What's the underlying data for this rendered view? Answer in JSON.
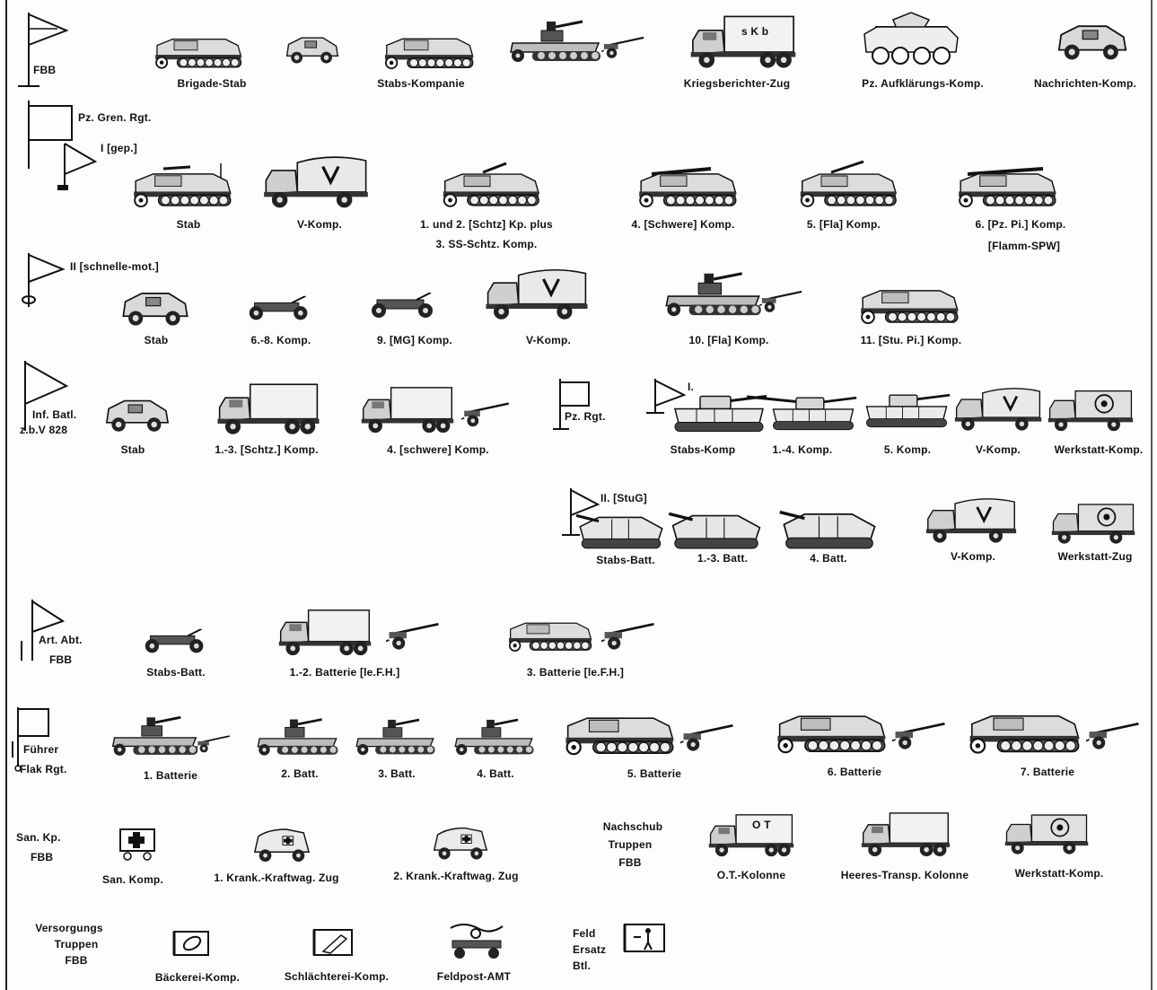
{
  "fbb": {
    "flag_label": "FBB",
    "items": [
      "Brigade-Stab",
      "Stabs-Kompanie",
      "Kriegsberichter-Zug",
      "Pz.  Aufklärungs-Komp.",
      "Nachrichten-Komp."
    ],
    "truck_marking": "s K b"
  },
  "pz_gren": {
    "title": "Pz. Gren. Rgt.",
    "bat1_label": "I  [gep.]",
    "items": [
      "Stab",
      "V-Komp.",
      "1. und 2. [Schtz] Kp. plus",
      "3. SS-Schtz. Komp.",
      "4. [Schwere] Komp.",
      "5. [Fla] Komp.",
      "6.  [Pz.  Pi.]  Komp.",
      "[Flamm-SPW]"
    ]
  },
  "bat2": {
    "label": "II [schnelle-mot.]",
    "items": [
      "Stab",
      "6.-8. Komp.",
      "9. [MG] Komp.",
      "V-Komp.",
      "10. [Fla] Komp.",
      "11. [Stu. Pi.] Komp."
    ]
  },
  "inf": {
    "label_1": "Inf. Batl.",
    "label_2": "z.b.V 828",
    "items": [
      "Stab",
      "1.-3. [Schtz.] Komp.",
      "4. [schwere] Komp."
    ]
  },
  "pz_rgt": {
    "title": "Pz. Rgt.",
    "bat1_label": "I.",
    "items": [
      "Stabs-Komp",
      "1.-4. Komp.",
      "5. Komp.",
      "V-Komp.",
      "Werkstatt-Komp."
    ]
  },
  "stug": {
    "label": "II. [StuG]",
    "items": [
      "Stabs-Batt.",
      "1.-3. Batt.",
      "4. Batt.",
      "V-Komp.",
      "Werkstatt-Zug"
    ]
  },
  "art": {
    "label_1": "Art. Abt.",
    "label_2": "FBB",
    "items": [
      "Stabs-Batt.",
      "1.-2. Batterie [le.F.H.]",
      "3. Batterie [le.F.H.]"
    ]
  },
  "flak": {
    "label_1": "Führer",
    "label_2": "Flak Rgt.",
    "items": [
      "1.  Batterie",
      "2.  Batt.",
      "3.  Batt.",
      "4.  Batt.",
      "5.  Batterie",
      "6.  Batterie",
      "7.  Batterie"
    ]
  },
  "san": {
    "label_1": "San. Kp.",
    "label_2": "FBB",
    "items": [
      "San. Komp.",
      "1. Krank.-Kraftwag. Zug",
      "2. Krank.-Kraftwag. Zug"
    ]
  },
  "nachschub": {
    "label_1": "Nachschub",
    "label_2": "Truppen",
    "label_3": "FBB",
    "items": [
      "O.T.-Kolonne",
      "Heeres-Transp. Kolonne",
      "Werkstatt-Komp."
    ],
    "truck_marking": "O T"
  },
  "versorgung": {
    "label_1": "Versorgungs",
    "label_2": "Truppen",
    "label_3": "FBB",
    "items": [
      "Bäckerei-Komp.",
      "Schlächterei-Komp.",
      "Feldpost-AMT"
    ]
  },
  "feld": {
    "label_1": "Feld",
    "label_2": "Ersatz",
    "label_3": "Btl."
  },
  "icons": [
    "pennant-flag",
    "square-flag",
    "halftrack",
    "armored-car",
    "truck",
    "tank",
    "assault-gun",
    "flak-gun",
    "howitzer",
    "ambulance",
    "motorcycle"
  ]
}
